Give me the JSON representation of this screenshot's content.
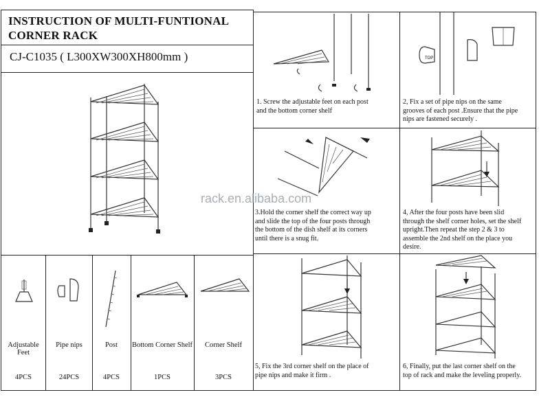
{
  "header": {
    "title_line1": "INSTRUCTION OF MULTI-FUNTIONAL",
    "title_line2": "CORNER RACK",
    "model": "CJ-C1035   ( L300XW300XH800mm )"
  },
  "watermark": "rack.en.alibaba.com",
  "steps": [
    {
      "number": "1",
      "text_line1": "1. Screw the adjustable feet on each post",
      "text_line2": "and the bottom corner shelf"
    },
    {
      "number": "2",
      "text_line1": "2, Fix a set of pipe nips on the same",
      "text_line2": "grooves of each post .Ensure that the pipe",
      "text_line3": "nips are fastened securely ."
    },
    {
      "number": "3",
      "text_line1": "3.Hold the corner shelf the correct way up",
      "text_line2": "and slide the top of the four posts through",
      "text_line3": "the bottom of the dish shelf at its corners",
      "text_line4": "until there is a snug fit."
    },
    {
      "number": "4",
      "text_line1": "4, After the four posts have been slid",
      "text_line2": "through the shelf corner holes, set the shelf",
      "text_line3": "upright.Then repeat the step 2 & 3 to",
      "text_line4": "assemble the 2nd shelf on the place you",
      "text_line5": "desire."
    },
    {
      "number": "5",
      "text_line1": "5, Fix the 3rd corner shelf on the place of",
      "text_line2": "pipe nips and make it firm ."
    },
    {
      "number": "6",
      "text_line1": "6, Finally, put the last corner shelf on the",
      "text_line2": "top of rack and make the leveling properly."
    }
  ],
  "pipe_nip_label": "TOP",
  "parts": [
    {
      "name": "Adjustable Feet",
      "qty": "4PCS",
      "icon": "adjustable-feet-icon"
    },
    {
      "name": "Pipe nips",
      "qty": "24PCS",
      "icon": "pipe-nips-icon"
    },
    {
      "name": "Post",
      "qty": "4PCS",
      "icon": "post-icon"
    },
    {
      "name": "Bottom Corner Shelf",
      "qty": "1PCS",
      "icon": "bottom-corner-shelf-icon"
    },
    {
      "name": "Corner Shelf",
      "qty": "3PCS",
      "icon": "corner-shelf-icon"
    }
  ]
}
